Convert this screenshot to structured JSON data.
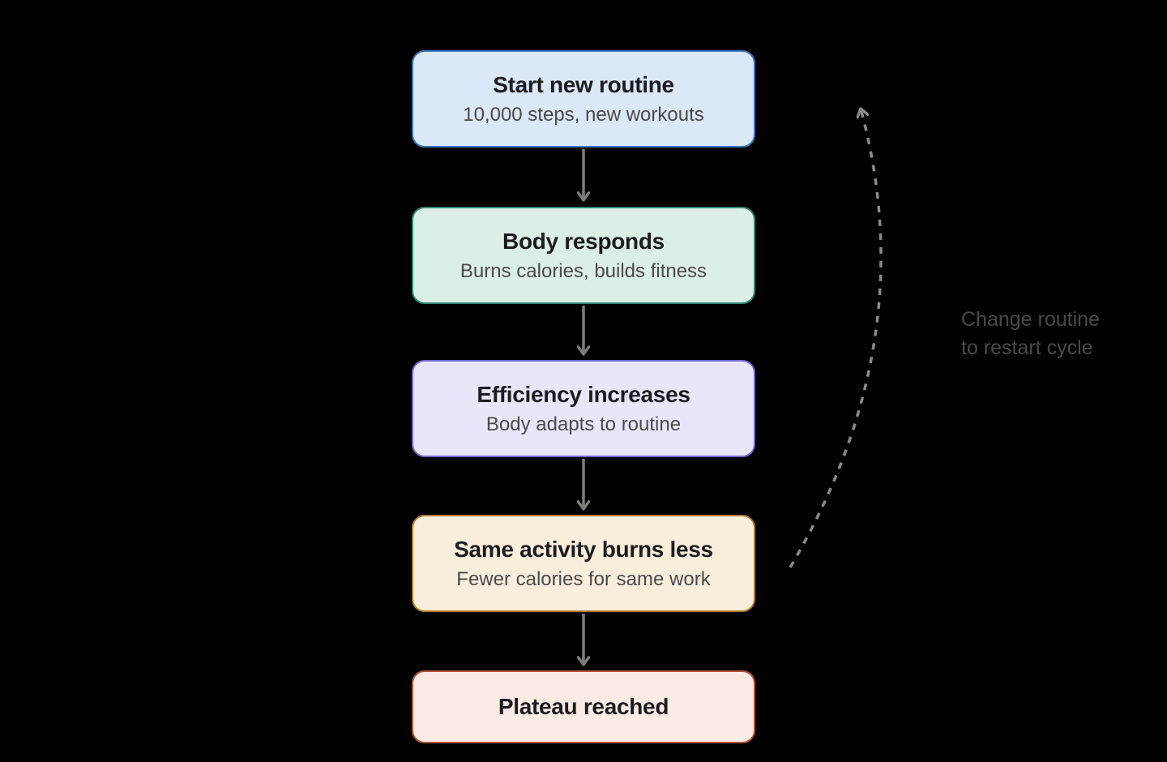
{
  "diagram": {
    "description": "Fitness plateau cycle flowchart",
    "background": "#000000",
    "title_color": "#1c1c1e",
    "subtitle_color": "#4a4a4a",
    "connector_color": "#7d7d78",
    "loop_color": "#8b8b84",
    "nodes": [
      {
        "id": "start-new-routine",
        "title": "Start new routine",
        "subtitle": "10,000 steps, new workouts",
        "fill": "#dbe8f7",
        "border": "#3a76c2"
      },
      {
        "id": "body-responds",
        "title": "Body responds",
        "subtitle": "Burns calories, builds fitness",
        "fill": "#dcefe6",
        "border": "#2e8a71"
      },
      {
        "id": "efficiency-increases",
        "title": "Efficiency increases",
        "subtitle": "Body adapts to routine",
        "fill": "#e9e6fa",
        "border": "#7468d0"
      },
      {
        "id": "same-activity-burns-less",
        "title": "Same activity burns less",
        "subtitle": "Fewer calories for same work",
        "fill": "#f9eedc",
        "border": "#b07a2c"
      },
      {
        "id": "plateau-reached",
        "title": "Plateau reached",
        "subtitle": "",
        "fill": "#fbebe5",
        "border": "#b55639"
      }
    ],
    "loop_label": {
      "line1": "Change routine",
      "line2": "to restart cycle",
      "color": "#4a4a44"
    }
  }
}
